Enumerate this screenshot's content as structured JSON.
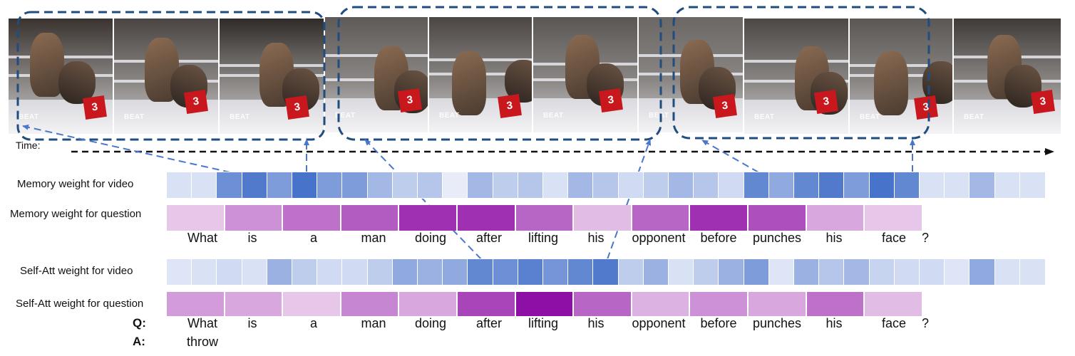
{
  "time_label": "Time:",
  "rows": {
    "mem_video_label": "Memory weight for video",
    "mem_question_label": "Memory weight for question",
    "self_video_label": "Self-Att weight for video",
    "self_question_label": "Self-Att weight for question"
  },
  "question_tokens": [
    "What",
    "is",
    "a",
    "man",
    "doing",
    "after",
    "lifting",
    "his",
    "opponent",
    "before",
    "punches",
    "his",
    "face",
    "?"
  ],
  "q_label": "Q:",
  "a_label": "A:",
  "answer": "throw",
  "frame_overlay_text": {
    "logo": "BEAT",
    "cube": "3"
  },
  "colors": {
    "blue": "#3f6cc8",
    "purple": "#8e0fa5",
    "dashed_box": "#1f4d80",
    "arrow": "#4a76cc"
  },
  "chart_data": {
    "type": "heatmap",
    "memory_weight_video": [
      0.15,
      0.15,
      0.75,
      0.9,
      0.65,
      0.95,
      0.65,
      0.65,
      0.45,
      0.3,
      0.35,
      0.07,
      0.45,
      0.3,
      0.35,
      0.15,
      0.45,
      0.35,
      0.2,
      0.3,
      0.45,
      0.35,
      0.2,
      0.8,
      0.55,
      0.8,
      0.9,
      0.65,
      0.95,
      0.8,
      0.15,
      0.15,
      0.45,
      0.15,
      0.15
    ],
    "memory_weight_question": [
      0.15,
      0.4,
      0.55,
      0.65,
      0.85,
      0.85,
      0.6,
      0.2,
      0.6,
      0.85,
      0.7,
      0.3,
      0.15
    ],
    "self_att_weight_video": [
      0.12,
      0.15,
      0.2,
      0.15,
      0.5,
      0.3,
      0.2,
      0.2,
      0.3,
      0.55,
      0.5,
      0.55,
      0.8,
      0.75,
      0.85,
      0.7,
      0.8,
      0.9,
      0.3,
      0.5,
      0.15,
      0.3,
      0.5,
      0.65,
      0.12,
      0.5,
      0.35,
      0.45,
      0.25,
      0.2,
      0.2,
      0.12,
      0.55,
      0.15,
      0.15
    ],
    "self_att_weight_question": [
      0.35,
      0.3,
      0.15,
      0.45,
      0.3,
      0.75,
      1.0,
      0.6,
      0.25,
      0.4,
      0.3,
      0.55,
      0.2
    ]
  }
}
